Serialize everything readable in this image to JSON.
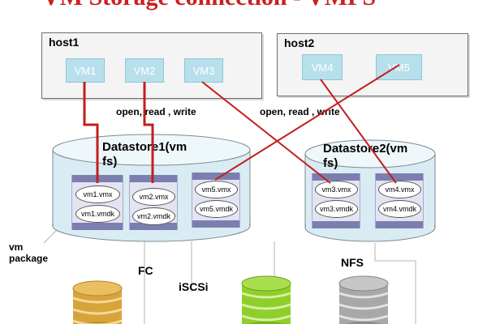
{
  "title": "VM Storage connection - VMFS",
  "hosts": [
    {
      "label": "host1",
      "vms": [
        "VM1",
        "VM2",
        "VM3"
      ]
    },
    {
      "label": "host2",
      "vms": [
        "VM4",
        "VM5"
      ]
    }
  ],
  "io_labels": [
    "open, read , write",
    "open, read , write"
  ],
  "datastores": [
    {
      "label_line1": "Datastore1(vm",
      "label_line2": "fs)"
    },
    {
      "label_line1": "Datastore2(vm",
      "label_line2": "fs)"
    }
  ],
  "vm_packages": [
    {
      "files": [
        "vm1.vmx",
        "vm1.vmdk"
      ]
    },
    {
      "files": [
        "vm2.vmx",
        "vm2.vmdk"
      ]
    },
    {
      "files": [
        "vm5.vmx",
        "vm5.vmdk"
      ]
    },
    {
      "files": [
        "vm3.vmx",
        "vm3.vmdk"
      ]
    },
    {
      "files": [
        "vm4.vmx",
        "vm4.vmdk"
      ]
    }
  ],
  "vm_package_label": {
    "line1": "vm",
    "line2": "package"
  },
  "protocols": [
    "FC",
    "iSCSi",
    "NFS"
  ],
  "colors": {
    "title": "#cc1f1f",
    "connection_line": "#c41e1e",
    "vm_box": "#b8e0ec",
    "datastore": "#d9ecf3",
    "disk_fc": "#d8a43a",
    "disk_iscsi": "#8fcf2a",
    "disk_nfs": "#a8a8a8"
  }
}
